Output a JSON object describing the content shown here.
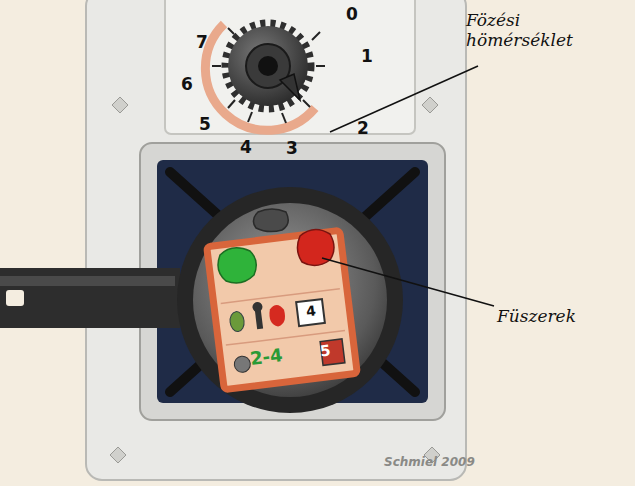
{
  "diagram": {
    "labels": [
      "7",
      "0",
      "6",
      "1",
      "5",
      "2",
      "4",
      "3",
      "Fözési hömérséklet",
      "Füszerek",
      "4",
      "2-4",
      "5",
      "Schmiel 2009"
    ]
  }
}
